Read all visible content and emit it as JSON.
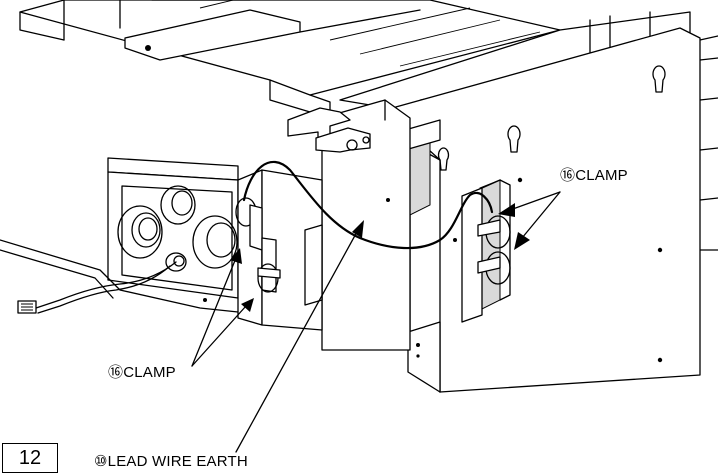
{
  "callouts": {
    "clamp_right": "⑯CLAMP",
    "clamp_left": "⑯CLAMP",
    "lead_wire": "⑩LEAD WIRE EARTH"
  },
  "page_number": "12"
}
